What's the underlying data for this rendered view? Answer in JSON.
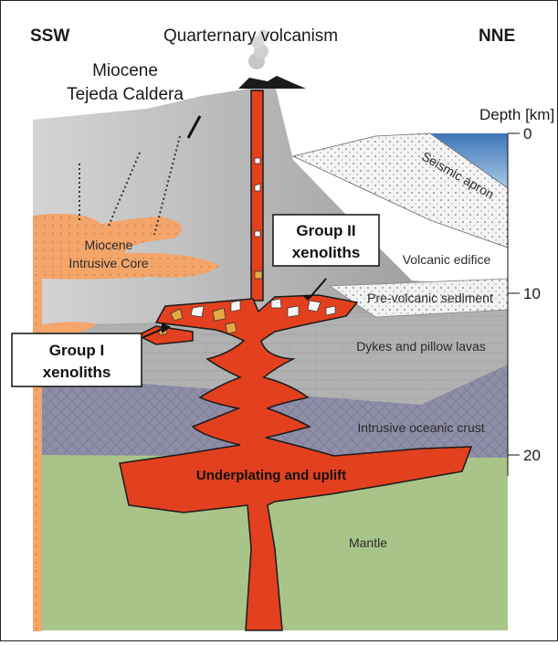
{
  "header": {
    "left": "SSW",
    "center": "Quarternary volcanism",
    "right": "NNE"
  },
  "caldera": {
    "line1": "Miocene",
    "line2": "Tejeda Caldera"
  },
  "depth_axis": {
    "title": "Depth [km]",
    "ticks": [
      "0",
      "10",
      "20"
    ]
  },
  "layers": {
    "seismic_apron": "Seismic apron",
    "volcanic_edifice": "Volcanic edifice",
    "pre_volcanic_sediment": "Pre-volcanic sediment",
    "dykes": "Dykes and pillow lavas",
    "intrusive_crust": "Intrusive oceanic crust",
    "underplating": "Underplating and uplift",
    "mantle": "Mantle"
  },
  "intrusive_core": {
    "line1": "Miocene",
    "line2": "Intrusive Core"
  },
  "callouts": {
    "group2_line1": "Group II",
    "group2_line2": "xenoliths",
    "group1_line1": "Group I",
    "group1_line2": "xenoliths"
  },
  "colors": {
    "magma": "#e2401f",
    "mantle": "#a9c489",
    "oceanic_crust": "#8e8ea8",
    "dykes": "#b1b1b1",
    "edifice": "#9c9c9c",
    "intrusive_core": "#f3a56a",
    "sea": "#6f97c6"
  }
}
